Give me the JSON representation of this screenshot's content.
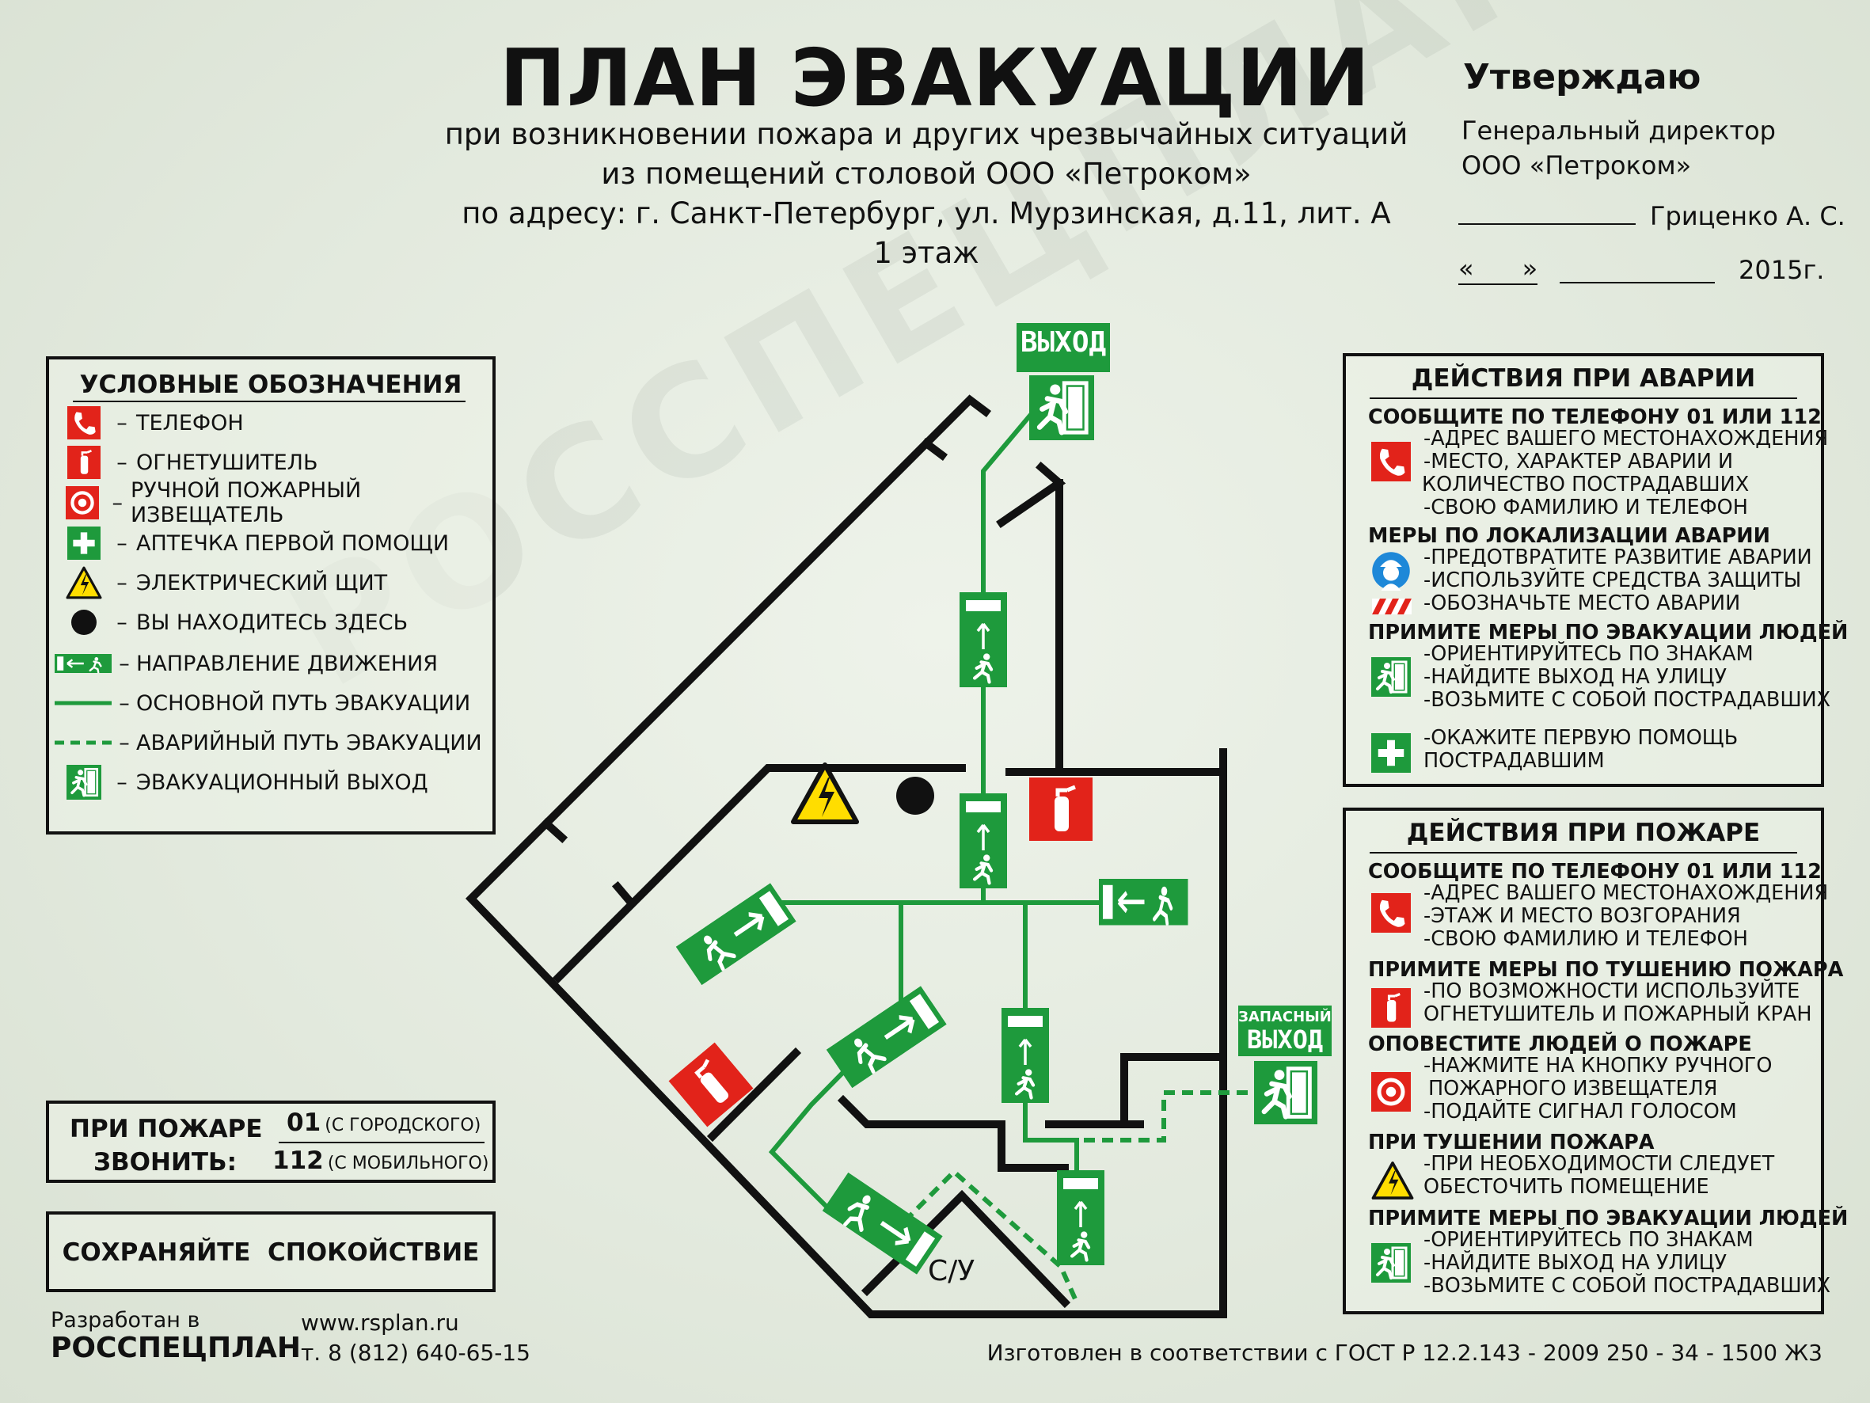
{
  "header": {
    "title": "ПЛАН ЭВАКУАЦИИ",
    "subtitle_lines": [
      "при возникновении пожара и других чрезвычайных ситуаций",
      "из помещений столовой ООО «Петроком»",
      "по адресу: г. Санкт-Петербург, ул. Мурзинская, д.11, лит. А",
      "1 этаж"
    ]
  },
  "approval": {
    "title": "Утверждаю",
    "position": "Генеральный директор",
    "company": "ООО «Петроком»",
    "signer": "Гриценко А. С.",
    "date_quote": "«      »",
    "year": "2015г."
  },
  "legend": {
    "title": "УСЛОВНЫЕ ОБОЗНАЧЕНИЯ",
    "items": [
      {
        "icon": "phone-icon",
        "label": "ТЕЛЕФОН"
      },
      {
        "icon": "extinguisher-icon",
        "label": "ОГНЕТУШИТЕЛЬ"
      },
      {
        "icon": "fire-alarm-icon",
        "label": "РУЧНОЙ ПОЖАРНЫЙ ИЗВЕЩАТЕЛЬ"
      },
      {
        "icon": "first-aid-icon",
        "label": "АПТЕЧКА ПЕРВОЙ ПОМОЩИ"
      },
      {
        "icon": "electric-panel-icon",
        "label": "ЭЛЕКТРИЧЕСКИЙ ЩИТ"
      },
      {
        "icon": "you-are-here-icon",
        "label": "ВЫ НАХОДИТЕСЬ ЗДЕСЬ"
      },
      {
        "icon": "direction-arrow-icon",
        "label": "НАПРАВЛЕНИЕ ДВИЖЕНИЯ"
      },
      {
        "icon": "main-route-line-icon",
        "label": "ОСНОВНОЙ ПУТЬ ЭВАКУАЦИИ"
      },
      {
        "icon": "emergency-route-line-icon",
        "label": "АВАРИЙНЫЙ ПУТЬ ЭВАКУАЦИИ"
      },
      {
        "icon": "evacuation-exit-icon",
        "label": "ЭВАКУАЦИОННЫЙ ВЫХОД"
      }
    ],
    "dash": "–"
  },
  "fire_call": {
    "label_line1": "ПРИ ПОЖАРЕ",
    "label_line2": "ЗВОНИТЬ:",
    "num1": "01",
    "num1_note": "(С ГОРОДСКОГО)",
    "num2": "112",
    "num2_note": "(С МОБИЛЬНОГО)"
  },
  "calm": "СОХРАНЯЙТЕ  СПОКОЙСТВИЕ",
  "developer": {
    "by": "Разработан в",
    "name": "РОССПЕЦПЛАН",
    "site": "www.rsplan.ru",
    "phone": "т. 8 (812) 640-65-15"
  },
  "gost": "Изготовлен в соответствии с ГОСТ Р 12.2.143 - 2009 250 - 34 - 1500 Ж3",
  "watermark": "РОССПЕЦПЛАН",
  "plan": {
    "exit_main": "ВЫХОД",
    "exit_spare_line1": "ЗАПАСНЫЙ",
    "exit_spare_line2": "ВЫХОД",
    "wc": "С/У"
  },
  "accident": {
    "title": "ДЕЙСТВИЯ ПРИ АВАРИИ",
    "s1_head": "СООБЩИТЕ ПО ТЕЛЕФОНУ  01 ИЛИ 112",
    "s1_lines": [
      "-АДРЕС ВАШЕГО МЕСТОНАХОЖДЕНИЯ",
      "-МЕСТО, ХАРАКТЕР АВАРИИ И",
      "КОЛИЧЕСТВО ПОСТРАДАВШИХ",
      "-СВОЮ ФАМИЛИЮ И  ТЕЛЕФОН"
    ],
    "s2_head": "МЕРЫ ПО ЛОКАЛИЗАЦИИ АВАРИИ",
    "s2_lines": [
      "-ПРЕДОТВРАТИТЕ РАЗВИТИЕ АВАРИИ",
      "-ИСПОЛЬЗУЙТЕ СРЕДСТВА ЗАЩИТЫ",
      "-ОБОЗНАЧЬТЕ МЕСТО АВАРИИ"
    ],
    "s3_head": "ПРИМИТЕ МЕРЫ ПО ЭВАКУАЦИИ ЛЮДЕЙ",
    "s3_lines": [
      "-ОРИЕНТИРУЙТЕСЬ ПО ЗНАКАМ",
      "-НАЙДИТЕ ВЫХОД НА УЛИЦУ",
      "-ВОЗЬМИТЕ С СОБОЙ ПОСТРАДАВШИХ"
    ],
    "s4_lines": [
      "-ОКАЖИТЕ ПЕРВУЮ ПОМОЩЬ",
      "ПОСТРАДАВШИМ"
    ]
  },
  "fire": {
    "title": "ДЕЙСТВИЯ ПРИ ПОЖАРЕ",
    "s1_head": "СООБЩИТЕ ПО ТЕЛЕФОНУ  01 ИЛИ 112",
    "s1_lines": [
      "-АДРЕС ВАШЕГО МЕСТОНАХОЖДЕНИЯ",
      "-ЭТАЖ И МЕСТО ВОЗГОРАНИЯ",
      "-СВОЮ ФАМИЛИЮ И  ТЕЛЕФОН"
    ],
    "s2_head": "ПРИМИТЕ МЕРЫ ПО ТУШЕНИЮ ПОЖАРА",
    "s2_lines": [
      "-ПО ВОЗМОЖНОСТИ ИСПОЛЬЗУЙТЕ",
      "ОГНЕТУШИТЕЛЬ И ПОЖАРНЫЙ КРАН"
    ],
    "s3_head": "ОПОВЕСТИТЕ ЛЮДЕЙ О ПОЖАРЕ",
    "s3_lines": [
      "-НАЖМИТЕ НА КНОПКУ РУЧНОГО",
      "ПОЖАРНОГО ИЗВЕЩАТЕЛЯ",
      "-ПОДАЙТЕ СИГНАЛ ГОЛОСОМ"
    ],
    "s4_head": "ПРИ ТУШЕНИИ ПОЖАРА",
    "s4_lines": [
      "-ПРИ НЕОБХОДИМОСТИ СЛЕДУЕТ",
      "ОБЕСТОЧИТЬ ПОМЕЩЕНИЕ"
    ],
    "s5_head": "ПРИМИТЕ МЕРЫ ПО ЭВАКУАЦИИ ЛЮДЕЙ",
    "s5_lines": [
      "-ОРИЕНТИРУЙТЕСЬ ПО ЗНАКАМ",
      "-НАЙДИТЕ ВЫХОД НА УЛИЦУ",
      "-ВОЗЬМИТЕ С СОБОЙ ПОСТРАДАВШИХ"
    ]
  },
  "colors": {
    "green": "#1e9a3c",
    "red": "#e2231a",
    "yellow": "#ffdd00",
    "black": "#111111"
  }
}
